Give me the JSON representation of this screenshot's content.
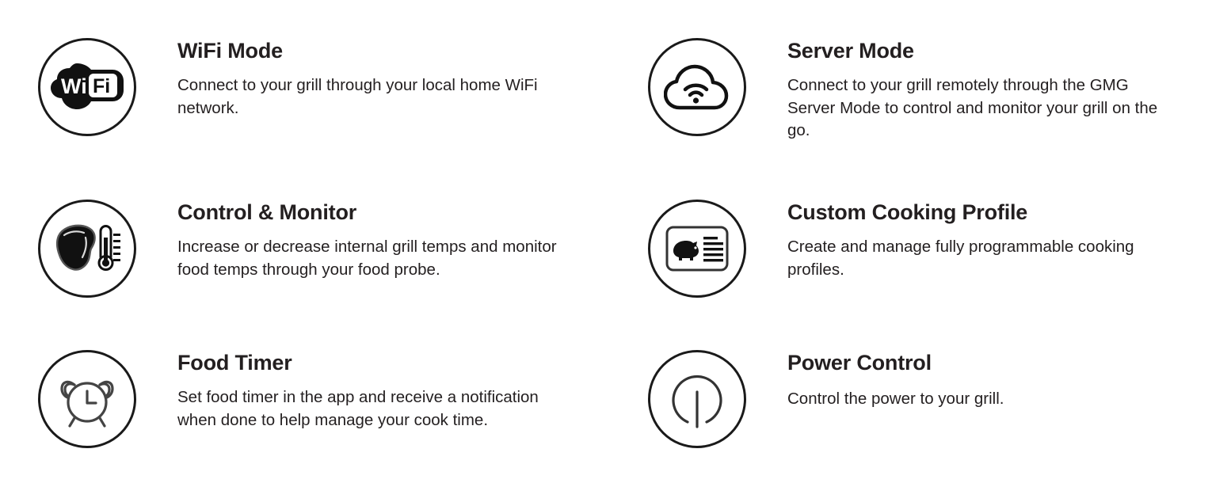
{
  "page": {
    "background_color": "#ffffff",
    "text_color": "#231f20",
    "icon_stroke_color": "#1a1a1a",
    "layout": "two-column feature grid, three rows"
  },
  "features": [
    {
      "id": "wifi-mode",
      "icon": "wifi-logo-icon",
      "title": "WiFi Mode",
      "description": "Connect to your grill through your local home WiFi network.",
      "icon_label_primary": "Wi",
      "icon_label_secondary": "Fi",
      "column": "left",
      "row": 1
    },
    {
      "id": "server-mode",
      "icon": "cloud-wifi-icon",
      "title": "Server Mode",
      "description": "Connect to your grill remotely through the GMG Server Mode to control and monitor your grill on the go.",
      "column": "right",
      "row": 1
    },
    {
      "id": "control-monitor",
      "icon": "meat-thermometer-icon",
      "title": "Control & Monitor",
      "description": "Increase or decrease internal grill temps and monitor food temps through your food probe.",
      "column": "left",
      "row": 2
    },
    {
      "id": "custom-cooking-profile",
      "icon": "recipe-card-pig-icon",
      "title": "Custom Cooking Profile",
      "description": "Create and manage fully programmable cooking profiles.",
      "column": "right",
      "row": 2
    },
    {
      "id": "food-timer",
      "icon": "alarm-clock-icon",
      "title": "Food Timer",
      "description": "Set food timer in the app and receive a notification when done to help manage your cook time.",
      "column": "left",
      "row": 3
    },
    {
      "id": "power-control",
      "icon": "power-button-icon",
      "title": "Power Control",
      "description": "Control the power to your grill.",
      "column": "right",
      "row": 3
    }
  ]
}
